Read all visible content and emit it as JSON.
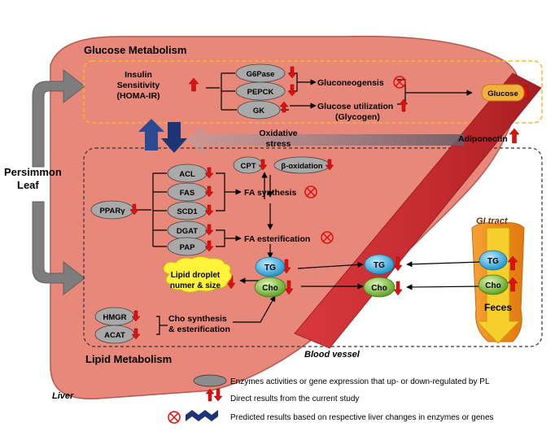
{
  "labels": {
    "glucose_metabolism": "Glucose Metabolism",
    "lipid_metabolism": "Lipid Metabolism",
    "persimmon_leaf": [
      "Persimmon",
      "Leaf"
    ],
    "liver": "Liver",
    "insulin_sensitivity": [
      "Insulin",
      "Sensitivity",
      "(HOMA-IR)"
    ],
    "g6pase": "G6Pase",
    "pepck": "PEPCK",
    "gk": "GK",
    "gluconeogenesis": "Gluconeogensis",
    "glucose_utilization": [
      "Glucose utilization",
      "(Glycogen)"
    ],
    "glucose": "Glucose",
    "oxidative_stress": [
      "Oxidative",
      "stress"
    ],
    "adiponectin": "Adiponectin",
    "cpt": "CPT",
    "beta_oxidation": "β-oxidation",
    "pparg": "PPARγ",
    "acl": "ACL",
    "fas": "FAS",
    "scd1": "SCD1",
    "dgat": "DGAT",
    "pap": "PAP",
    "fa_synthesis": "FA synthesis",
    "fa_esterification": "FA esterification",
    "tg_liver": "TG",
    "cho_liver": "Cho",
    "lipid_droplet": [
      "Lipid droplet",
      "numer & size"
    ],
    "hmgr": "HMGR",
    "acat": "ACAT",
    "cho_synthesis": [
      "Cho synthesis",
      "& esterification"
    ],
    "tg_blood": "TG",
    "cho_blood": "Cho",
    "blood_vessel": "Blood vessel",
    "gi_tract": "GI tract",
    "tg_gi": "TG",
    "cho_gi": "Cho",
    "feces": "Feces"
  },
  "legend": {
    "enzyme": "Enzymes activities or gene expression that up- or down-regulated by PL",
    "direct": "Direct results from the current study",
    "predicted": "Predicted results based on respective liver changes in enzymes or genes"
  },
  "colors": {
    "liver": "#e8887a",
    "liver_edge": "#b05a52",
    "enzyme_fill": "#a9a9a9",
    "up_down_arrow": "#e01010",
    "glucose_box": "#f2b13c",
    "blood_vessel": "#c8282e",
    "tg_ball": "#3fb6e6",
    "cho_ball": "#7fc23a",
    "droplet": "#fff33a",
    "gi_tract": "#f0921c",
    "feces_arrow": "#f7cf2c",
    "glucose_box_border": "#f5b623"
  }
}
